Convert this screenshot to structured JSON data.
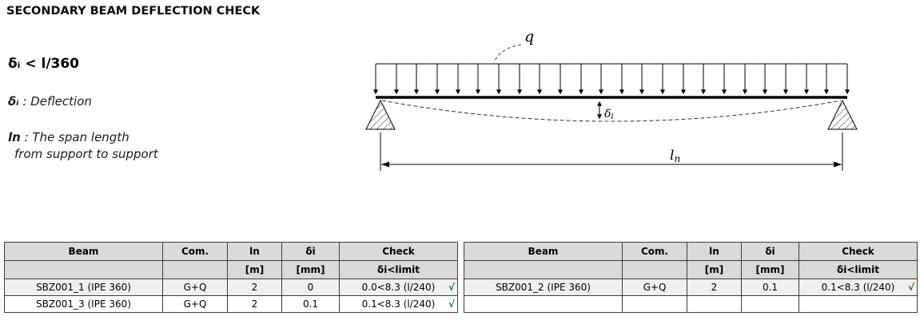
{
  "page": {
    "title": "SECONDARY BEAM DEFLECTION CHECK"
  },
  "legend": {
    "formula": "δᵢ < l/360",
    "deflection_term": "δᵢ",
    "deflection_desc": ": Deflection",
    "span_term": "ln",
    "span_desc_line1": ": The span length",
    "span_desc_line2": "from support to support"
  },
  "diagram": {
    "load_label": "q",
    "deflection_symbol": "δ",
    "deflection_sub": "i",
    "span_symbol": "l",
    "span_sub": "n"
  },
  "tables": {
    "left": {
      "headers": {
        "beam": "Beam",
        "com": "Com.",
        "ln": "ln",
        "ln_unit": "[m]",
        "di": "δi",
        "di_unit": "[mm]",
        "check": "Check",
        "check_limit": "δi<limit"
      },
      "rows": [
        {
          "beam": "SBZ001_1 (IPE 360)",
          "com": "G+Q",
          "ln": "2",
          "di": "0",
          "check": "0.0<8.3 (l/240)",
          "mark": "√"
        },
        {
          "beam": "SBZ001_3 (IPE 360)",
          "com": "G+Q",
          "ln": "2",
          "di": "0.1",
          "check": "0.1<8.3 (l/240)",
          "mark": "√"
        }
      ]
    },
    "right": {
      "headers": {
        "beam": "Beam",
        "com": "Com.",
        "ln": "ln",
        "ln_unit": "[m]",
        "di": "δi",
        "di_unit": "[mm]",
        "check": "Check",
        "check_limit": "δi<limit"
      },
      "rows": [
        {
          "beam": "SBZ001_2 (IPE 360)",
          "com": "G+Q",
          "ln": "2",
          "di": "0.1",
          "check": "0.1<8.3 (l/240)",
          "mark": "√"
        },
        {
          "beam": "",
          "com": "",
          "ln": "",
          "di": "",
          "check": "",
          "mark": ""
        }
      ]
    }
  },
  "colors": {
    "check_pass": "#008000",
    "header_bg": "#d9d9d9",
    "row_alt_bg": "#efefef"
  }
}
